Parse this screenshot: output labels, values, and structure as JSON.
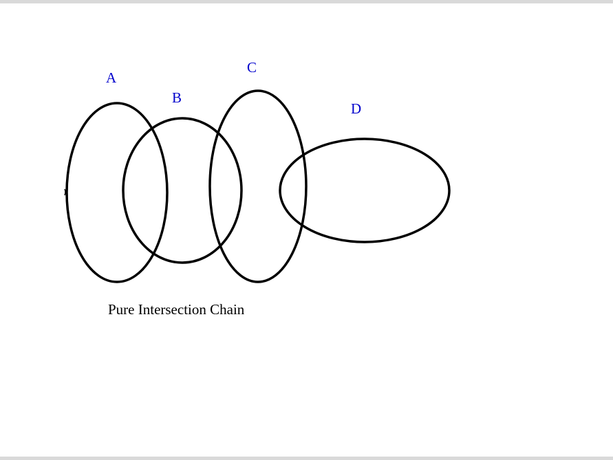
{
  "diagram": {
    "caption": "Pure Intersection Chain",
    "label_color": "#0000cc",
    "stroke_color": "#000000",
    "background_color": "#ffffff",
    "labels": [
      {
        "id": "A",
        "text": "A"
      },
      {
        "id": "B",
        "text": "B"
      },
      {
        "id": "C",
        "text": "C"
      },
      {
        "id": "D",
        "text": "D"
      }
    ]
  }
}
